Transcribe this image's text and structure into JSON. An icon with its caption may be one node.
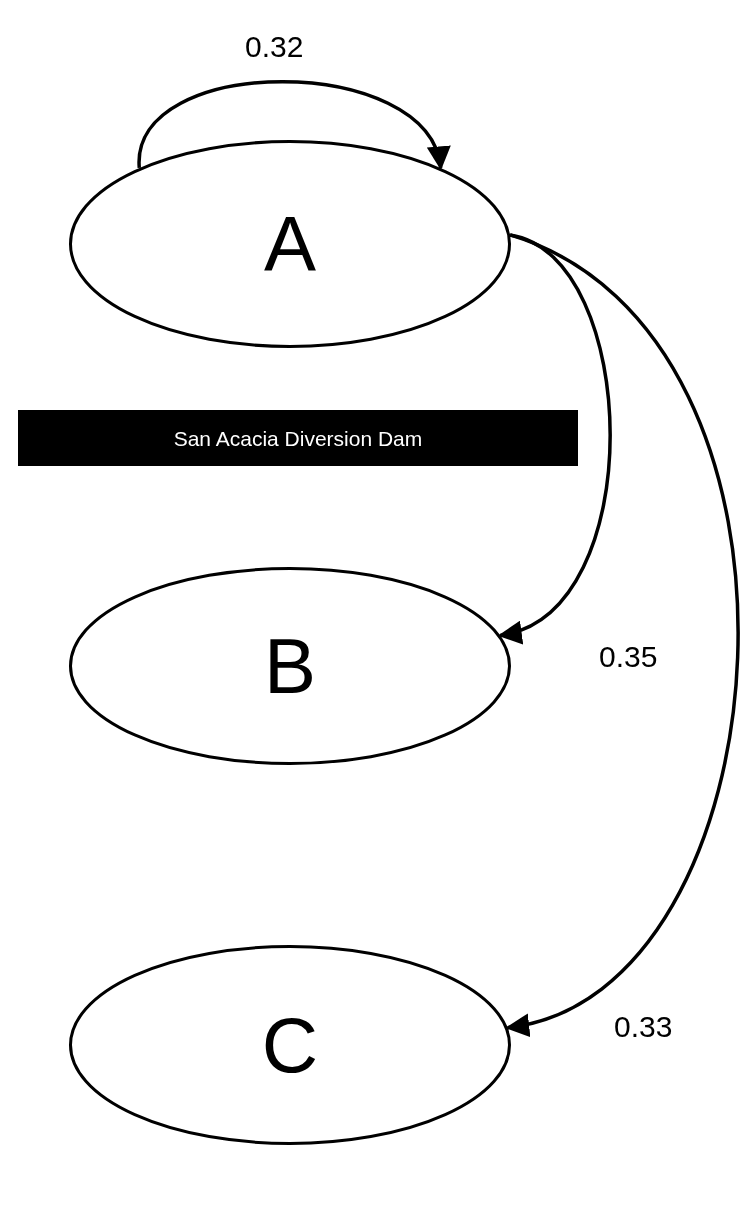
{
  "diagram": {
    "nodes": [
      {
        "text": [
          "A"
        ]
      },
      {
        "text": [
          "San Acacia Diversion Dam"
        ]
      },
      {
        "text": [
          "B"
        ]
      },
      {
        "text": [
          "C"
        ]
      }
    ],
    "edges": [
      {
        "from": 0,
        "to": 0,
        "arrow": "to",
        "label": "0.32"
      },
      {
        "from": 0,
        "to": 2,
        "arrow": "to",
        "label": "0.35"
      },
      {
        "from": 0,
        "to": 3,
        "arrow": "to",
        "label": "0.33"
      }
    ]
  }
}
